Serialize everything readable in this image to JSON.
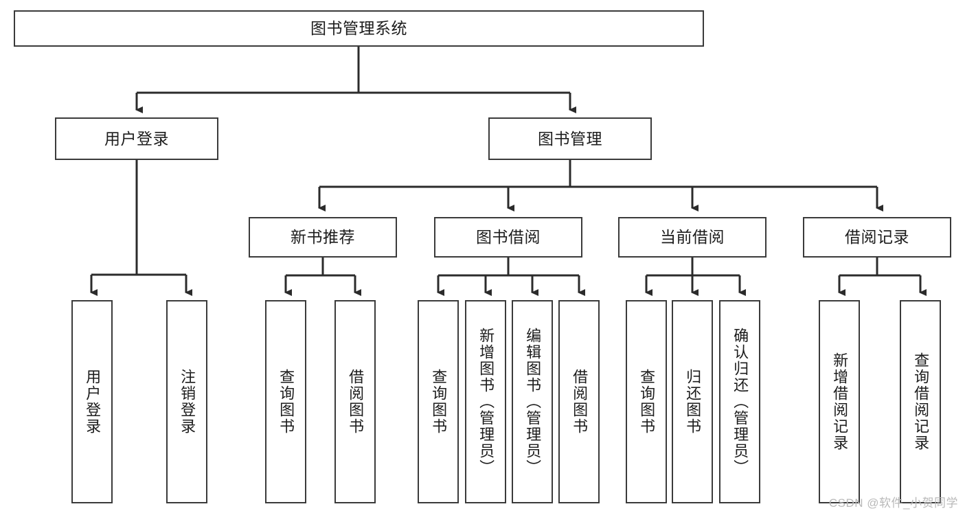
{
  "diagram": {
    "type": "tree",
    "title": "图书管理系统",
    "watermark": "CSDN @软件_小贺同学",
    "colors": {
      "box_border": "#3a3a3a",
      "box_fill": "#ffffff",
      "connector": "#2b2b2b",
      "text": "#1c1c1c",
      "watermark": "#b9b9b9"
    },
    "levels": {
      "root": {
        "label": "图书管理系统"
      },
      "level2": [
        {
          "label": "用户登录"
        },
        {
          "label": "图书管理"
        }
      ],
      "level3": [
        {
          "label": "新书推荐"
        },
        {
          "label": "图书借阅"
        },
        {
          "label": "当前借阅"
        },
        {
          "label": "借阅记录"
        }
      ],
      "leaves": {
        "user_login": [
          {
            "label": "用户登录"
          },
          {
            "label": "注销登录"
          }
        ],
        "new_book": [
          {
            "label": "查询图书"
          },
          {
            "label": "借阅图书"
          }
        ],
        "book_borrow": [
          {
            "label": "查询图书"
          },
          {
            "label": "新增图书（管理员）"
          },
          {
            "label": "编辑图书（管理员）"
          },
          {
            "label": "借阅图书"
          }
        ],
        "current_borrow": [
          {
            "label": "查询图书"
          },
          {
            "label": "归还图书"
          },
          {
            "label": "确认归还（管理员）"
          }
        ],
        "borrow_record": [
          {
            "label": "新增借阅记录"
          },
          {
            "label": "查询借阅记录"
          }
        ]
      }
    }
  }
}
